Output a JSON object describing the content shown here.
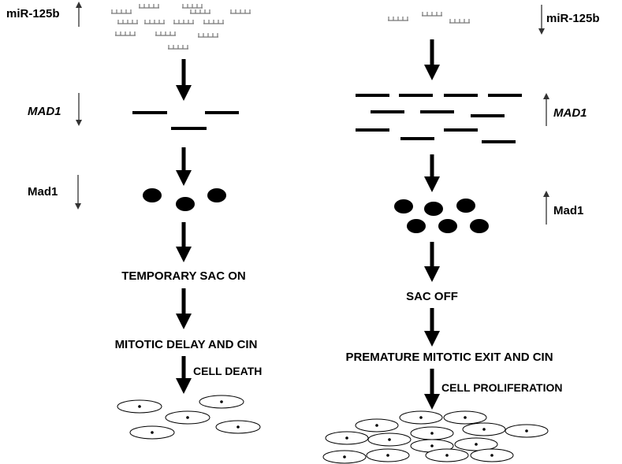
{
  "left": {
    "mirna_label": "miR-125b",
    "gene_label": "MAD1",
    "protein_label": "Mad1",
    "step1": "TEMPORARY SAC ON",
    "step2": "MITOTIC DELAY AND CIN",
    "outcome": "CELL DEATH"
  },
  "right": {
    "mirna_label": "miR-125b",
    "gene_label": "MAD1",
    "protein_label": "Mad1",
    "step1": "SAC OFF",
    "step2": "PREMATURE MITOTIC EXIT AND CIN",
    "outcome": "CELL PROLIFERATION"
  },
  "direction": {
    "left_mirna": "up",
    "left_gene": "down",
    "left_protein": "down",
    "right_mirna": "down",
    "right_gene": "up",
    "right_protein": "up"
  },
  "colors": {
    "ink": "#000000",
    "mirna": "#777777"
  }
}
